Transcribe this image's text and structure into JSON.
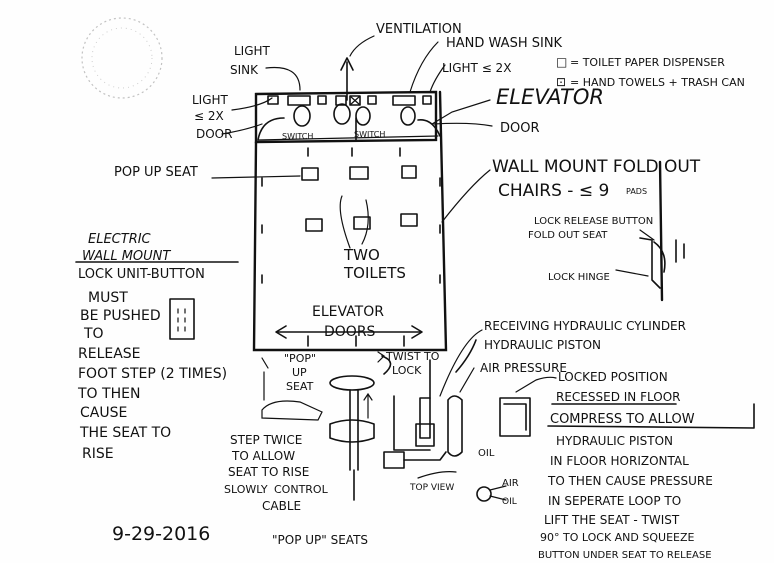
{
  "labels": {
    "ventilation": "VENTILATION",
    "hand_wash_sink": "HAND WASH SINK",
    "light_sink": "LIGHT",
    "sink": "SINK",
    "light_2x_right": "LIGHT ≤ 2X",
    "light_left_1": "LIGHT",
    "light_left_2": "≤ 2X",
    "door_left": "DOOR",
    "door_right": "DOOR",
    "legend_toilet_paper": "= TOILET PAPER DISPENSER",
    "legend_hand_towels": "= HAND TOWELS + TRASH CAN",
    "legend_toilet_symbol": "□",
    "legend_towel_symbol": "⊡",
    "elevator": "ELEVATOR",
    "switch_left": "SWITCH",
    "switch_right": "SWITCH",
    "pop_up_seat": "POP UP SEAT",
    "wall_mount_1": "WALL MOUNT FOLD OUT",
    "wall_mount_2": "CHAIRS - ≤ 9",
    "wall_mount_sub": "PADS",
    "lock_release_1": "LOCK RELEASE BUTTON",
    "lock_release_2": "FOLD OUT SEAT",
    "lock_hinge": "LOCK HINGE",
    "two": "TWO",
    "toilets": "TOILETS",
    "electric_1": "ELECTRIC",
    "electric_2": "WALL MOUNT",
    "electric_3": "LOCK UNIT-BUTTON",
    "must_1": "MUST",
    "must_2": "BE PUSHED",
    "must_3": "TO",
    "must_4": "RELEASE",
    "must_5": "FOOT STEP (2 TIMES)",
    "must_6": "TO THEN",
    "must_7": "CAUSE",
    "must_8": "THE SEAT TO",
    "must_9": "RISE",
    "elevator_doors_1": "ELEVATOR",
    "elevator_doors_2": "DOORS",
    "receiving_cylinder": "RECEIVING HYDRAULIC CYLINDER",
    "hydraulic_piston": "HYDRAULIC PISTON",
    "air_pressure": "AIR PRESSURE",
    "locked_position": "LOCKED POSITION",
    "pop_1": "\"POP\"",
    "pop_2": "UP",
    "pop_3": "SEAT",
    "twist_1": "TWIST TO",
    "twist_2": "LOCK",
    "step_1": "STEP TWICE",
    "step_2": "TO ALLOW",
    "step_3": "SEAT TO RISE",
    "step_4": "SLOWLY",
    "control_1": "CONTROL",
    "control_2": "CABLE",
    "top_view": "TOP VIEW",
    "oil_top": "OIL",
    "air": "AIR",
    "oil_bottom": "OIL",
    "recessed_1": "RECESSED IN FLOOR",
    "recessed_2": "COMPRESS TO ALLOW",
    "recessed_3": "HYDRAULIC PISTON",
    "recessed_4": "IN FLOOR HORIZONTAL",
    "recessed_5": "TO THEN CAUSE PRESSURE",
    "recessed_6": "IN SEPERATE LOOP TO",
    "recessed_7": "LIFT THE SEAT - TWIST",
    "recessed_8": "90° TO LOCK AND SQUEEZE",
    "recessed_9": "BUTTON UNDER SEAT TO RELEASE",
    "date": "9-29-2016",
    "pop_up_seats": "\"POP UP\" SEATS"
  }
}
